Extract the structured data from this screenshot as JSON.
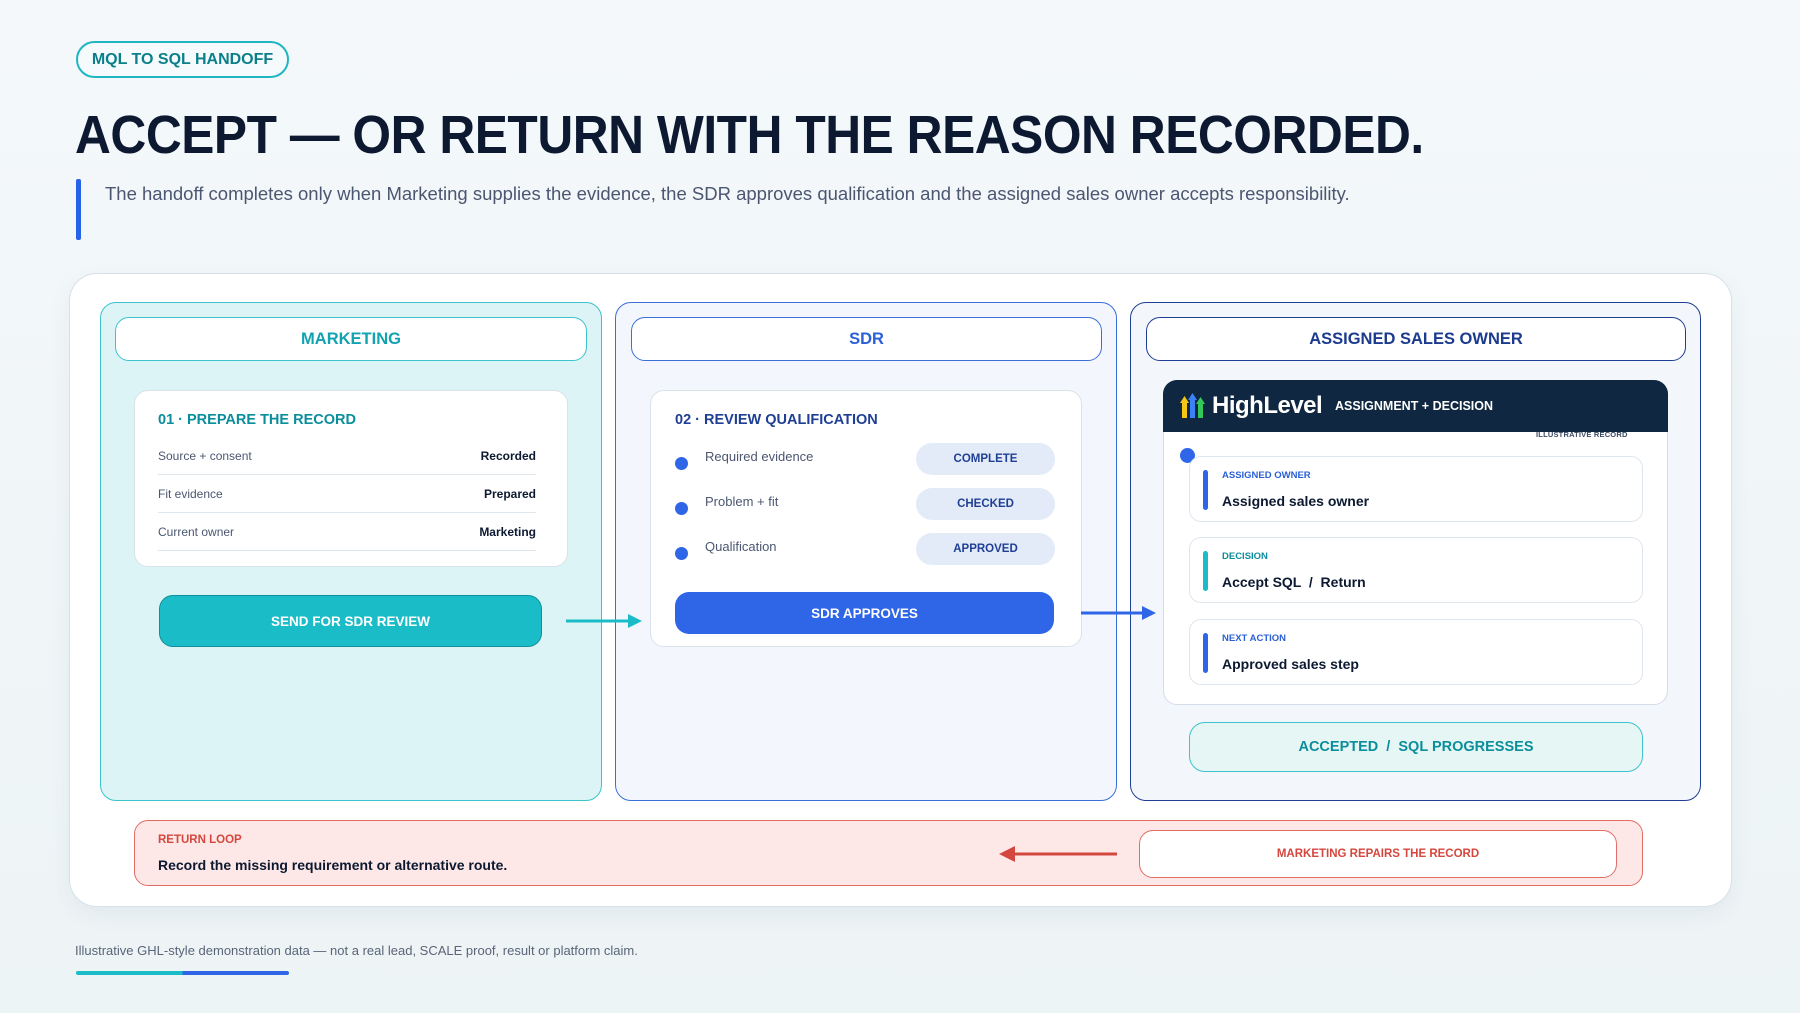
{
  "header": {
    "tag": "MQL TO SQL HANDOFF",
    "title": "ACCEPT — OR RETURN WITH THE REASON RECORDED.",
    "subtitle": "The handoff completes only when Marketing supplies the evidence, the SDR approves qualification and the assigned sales owner accepts responsibility."
  },
  "lanes": {
    "marketing": {
      "title": "MARKETING",
      "step_title": "01 · PREPARE THE RECORD",
      "rows": [
        {
          "label": "Source + consent",
          "value": "Recorded"
        },
        {
          "label": "Fit evidence",
          "value": "Prepared"
        },
        {
          "label": "Current owner",
          "value": "Marketing"
        }
      ],
      "button": "SEND FOR SDR REVIEW"
    },
    "sdr": {
      "title": "SDR",
      "step_title": "02 · REVIEW QUALIFICATION",
      "checks": [
        {
          "label": "Required evidence",
          "status": "COMPLETE"
        },
        {
          "label": "Problem + fit",
          "status": "CHECKED"
        },
        {
          "label": "Qualification",
          "status": "APPROVED"
        }
      ],
      "button": "SDR APPROVES"
    },
    "owner": {
      "title": "ASSIGNED SALES OWNER",
      "panel_logo": "HighLevel",
      "panel_title": "ASSIGNMENT + DECISION",
      "panel_note": "ILLUSTRATIVE RECORD",
      "fields": [
        {
          "label": "ASSIGNED OWNER",
          "value": "Assigned sales owner"
        },
        {
          "label": "DECISION",
          "value": "Accept SQL  /  Return"
        },
        {
          "label": "NEXT ACTION",
          "value": "Approved sales step"
        }
      ],
      "result": "ACCEPTED  /  SQL PROGRESSES"
    }
  },
  "return_loop": {
    "title": "RETURN LOOP",
    "text": "Record the missing requirement or alternative route.",
    "action": "MARKETING REPAIRS THE RECORD"
  },
  "footer": {
    "note": "Illustrative GHL-style demonstration data — not a real lead, SCALE proof, result or platform claim."
  },
  "colors": {
    "teal": "#1abcc8",
    "blue": "#2f66e8",
    "navy": "#0f2740",
    "red": "#d4473e"
  }
}
